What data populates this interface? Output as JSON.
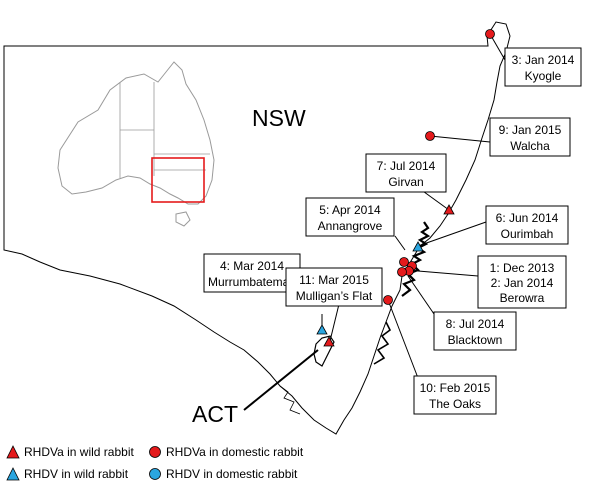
{
  "labels": {
    "state": "NSW",
    "territory": "ACT"
  },
  "colors": {
    "rhdva": "#e41a1c",
    "rhdv": "#2aa6e0",
    "inset_highlight": "#e41a1c",
    "outline": "#000000",
    "inset_outline": "#9a9a9a"
  },
  "detections": [
    {
      "id": "1",
      "date": "Dec 2013",
      "place": "Berowra",
      "virus": "RHDVa",
      "host": "domestic rabbit"
    },
    {
      "id": "2",
      "date": "Jan 2014",
      "place": "Berowra",
      "virus": "RHDVa",
      "host": "domestic rabbit"
    },
    {
      "id": "3",
      "date": "Jan 2014",
      "place": "Kyogle",
      "virus": "RHDVa",
      "host": "domestic rabbit"
    },
    {
      "id": "4",
      "date": "Mar 2014",
      "place": "Murrumbateman",
      "virus": "RHDV",
      "host": "wild rabbit"
    },
    {
      "id": "5",
      "date": "Apr 2014",
      "place": "Annangrove",
      "virus": "RHDVa",
      "host": "domestic rabbit"
    },
    {
      "id": "6",
      "date": "Jun 2014",
      "place": "Ourimbah",
      "virus": "RHDV",
      "host": "wild rabbit"
    },
    {
      "id": "7",
      "date": "Jul 2014",
      "place": "Girvan",
      "virus": "RHDVa",
      "host": "wild rabbit"
    },
    {
      "id": "8",
      "date": "Jul 2014",
      "place": "Blacktown",
      "virus": "RHDVa",
      "host": "domestic rabbit"
    },
    {
      "id": "9",
      "date": "Jan 2015",
      "place": "Walcha",
      "virus": "RHDVa",
      "host": "domestic rabbit"
    },
    {
      "id": "10",
      "date": "Feb 2015",
      "place": "The Oaks",
      "virus": "RHDVa",
      "host": "domestic rabbit"
    },
    {
      "id": "11",
      "date": "Mar 2015",
      "place": "Mulligan's Flat",
      "virus": "RHDVa",
      "host": "wild rabbit"
    }
  ],
  "callouts": {
    "c3": {
      "line1": "3: Jan 2014",
      "line2": "Kyogle"
    },
    "c9": {
      "line1": "9: Jan 2015",
      "line2": "Walcha"
    },
    "c7": {
      "line1": "7: Jul 2014",
      "line2": "Girvan"
    },
    "c5": {
      "line1": "5: Apr 2014",
      "line2": "Annangrove"
    },
    "c6": {
      "line1": "6: Jun 2014",
      "line2": "Ourimbah"
    },
    "c4": {
      "line1": "4: Mar 2014",
      "line2": "Murrumbateman"
    },
    "c11": {
      "line1": "11: Mar 2015",
      "line2": "Mulligan’s Flat"
    },
    "c12": {
      "line1": "1: Dec 2013",
      "line2": "2: Jan 2014",
      "line3": "Berowra"
    },
    "c8": {
      "line1": "8: Jul 2014",
      "line2": "Blacktown"
    },
    "c10": {
      "line1": "10: Feb 2015",
      "line2": "The Oaks"
    }
  },
  "legend": {
    "rhdva_wild": "RHDVa in wild rabbit",
    "rhdva_domestic": "RHDVa in domestic rabbit",
    "rhdv_wild": "RHDV in wild rabbit",
    "rhdv_domestic": "RHDV in domestic rabbit"
  }
}
